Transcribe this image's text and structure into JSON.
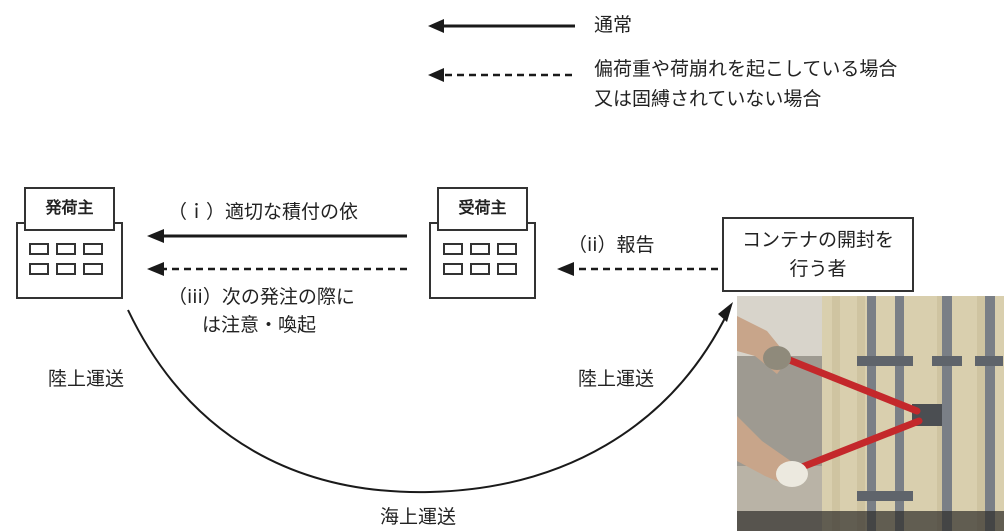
{
  "legend": {
    "normal": "通常",
    "abnormal_line1": "偏荷重や荷崩れを起こしている場合",
    "abnormal_line2": "又は固縛されていない場合"
  },
  "shipper": {
    "label": "発荷主"
  },
  "consignee": {
    "label": "受荷主"
  },
  "opener": {
    "line1": "コンテナの開封を",
    "line2": "行う者"
  },
  "arrows": {
    "proper_loading": "（ｉ）適切な積付の依",
    "report": "（ii）報告",
    "caution_line1": "（iii）次の発注の際に",
    "caution_line2": "は注意・喚起"
  },
  "transport": {
    "land_left": "陸上運送",
    "land_right": "陸上運送",
    "sea": "海上運送"
  },
  "colors": {
    "line": "#1a1a1a",
    "box_border": "#333333",
    "window": "#333333"
  }
}
